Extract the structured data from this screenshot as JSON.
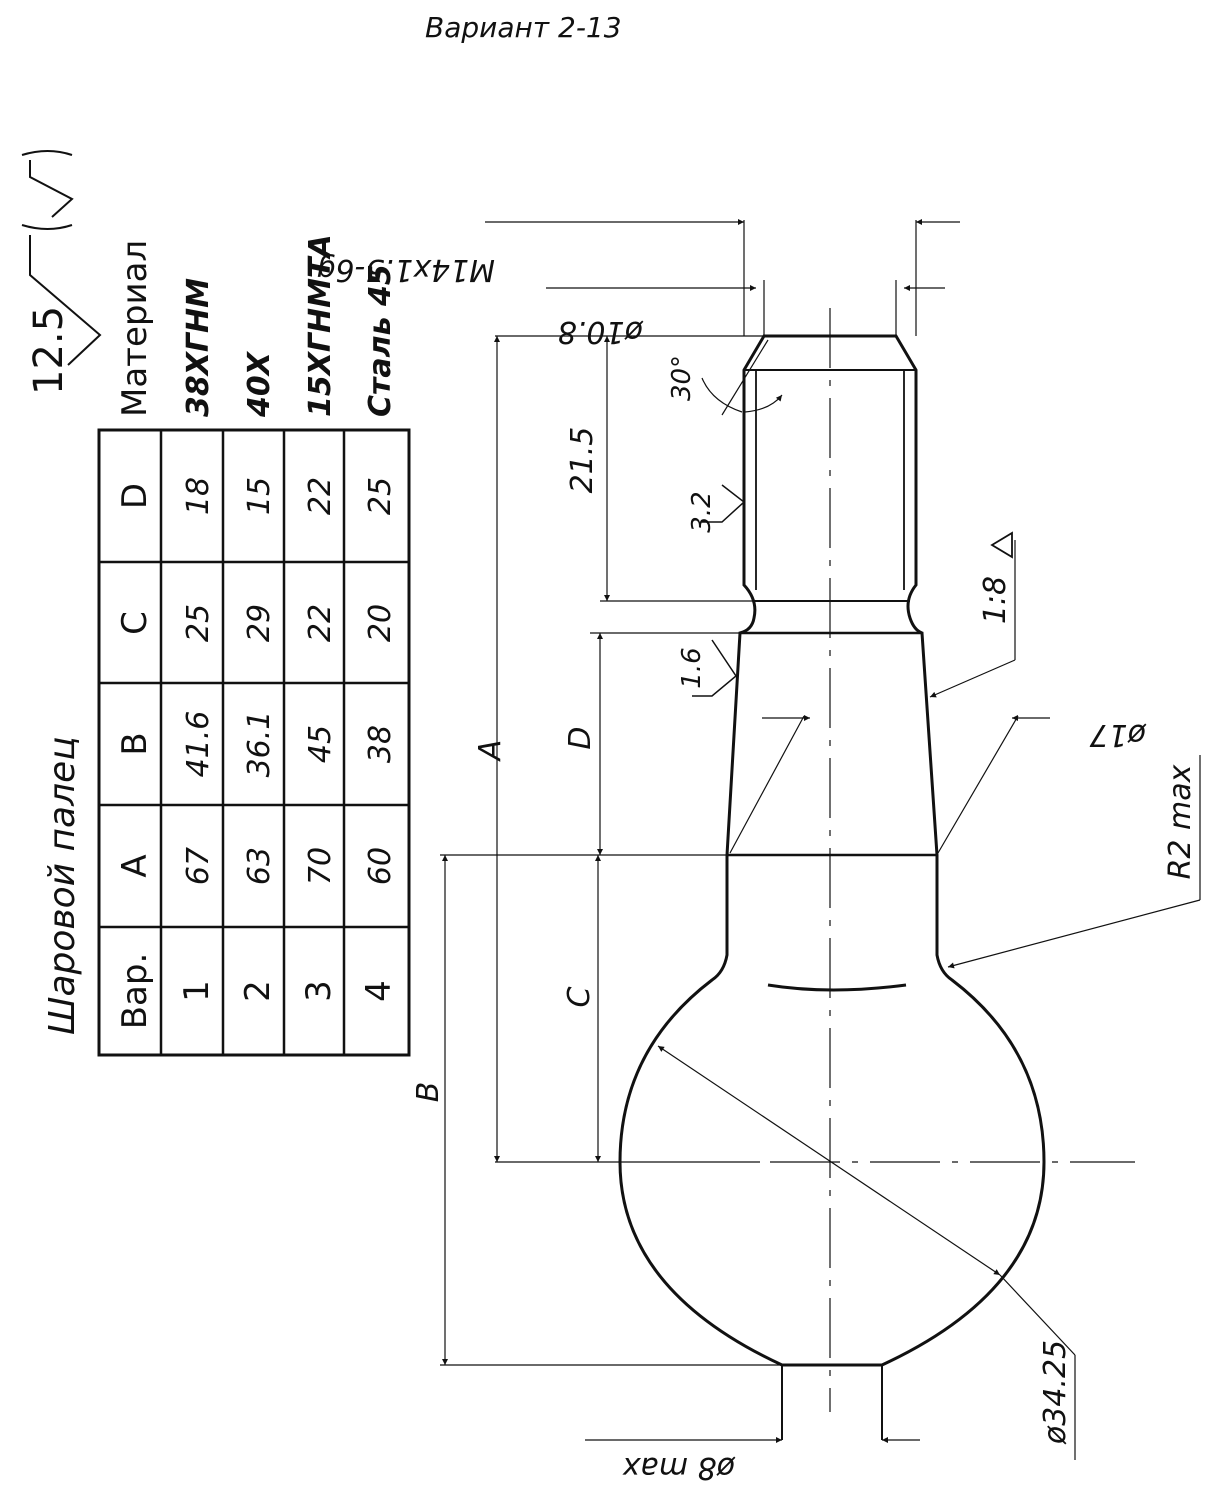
{
  "header": {
    "variant_title": "Вариант 2-13"
  },
  "part": {
    "title": "Шаровой палец"
  },
  "roughness": {
    "general": "12.5",
    "thread": "3.2",
    "taper": "1.6"
  },
  "table": {
    "headers": [
      "Вар.",
      "A",
      "B",
      "C",
      "D",
      "Материал"
    ],
    "rows": [
      [
        "1",
        "67",
        "41.6",
        "25",
        "18",
        "38ХГНМ"
      ],
      [
        "2",
        "63",
        "36.1",
        "29",
        "15",
        "40Х"
      ],
      [
        "3",
        "70",
        "45",
        "22",
        "22",
        "15ХГНМТА"
      ],
      [
        "4",
        "60",
        "38",
        "20",
        "25",
        "Сталь 45"
      ]
    ]
  },
  "dimensions": {
    "thread": "M14x1.5-6g",
    "thread_inner": "ø10.8",
    "chamfer_angle": "30°",
    "thread_length": "21.5",
    "taper": "1:8",
    "taper_dia": "ø17",
    "radius": "R2 max",
    "ball_dia": "ø34.25",
    "neck_dia": "ø8 max",
    "dim_a": "A",
    "dim_b": "B",
    "dim_c": "C",
    "dim_d": "D"
  }
}
